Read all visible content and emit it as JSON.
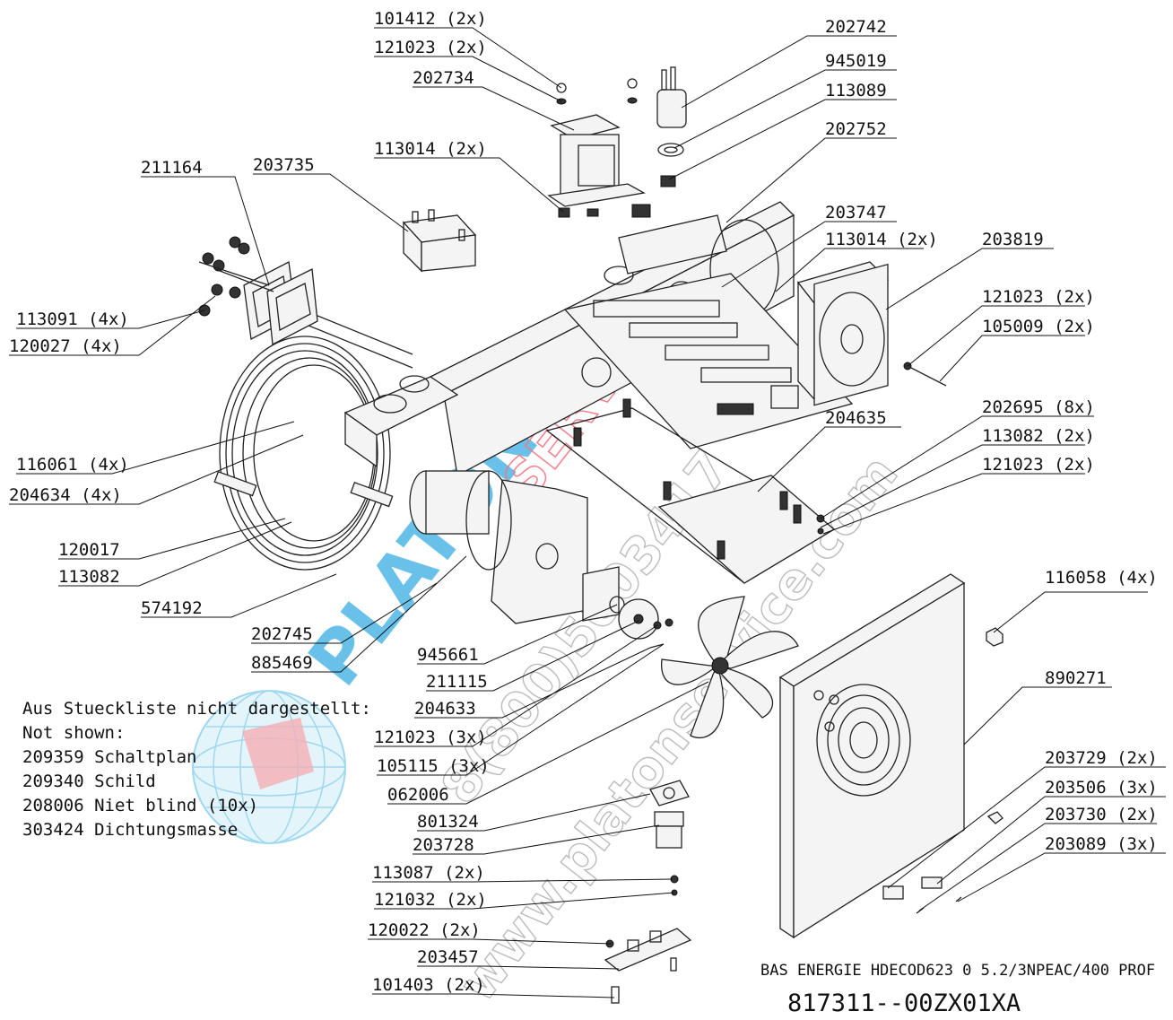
{
  "labels": {
    "l101412": "101412 (2x)",
    "l121023a": "121023 (2x)",
    "l202734": "202734",
    "l202742": "202742",
    "l945019": "945019",
    "l113089": "113089",
    "l202752": "202752",
    "l113014a": "113014 (2x)",
    "l211164": "211164",
    "l203735": "203735",
    "l203747": "203747",
    "l113014b": "113014 (2x)",
    "l203819": "203819",
    "l121023b": "121023 (2x)",
    "l105009": "105009 (2x)",
    "l113091": "113091 (4x)",
    "l120027": "120027 (4x)",
    "l204635": "204635",
    "l202695": "202695 (8x)",
    "l113082a": "113082 (2x)",
    "l121023c": "121023 (2x)",
    "l116061": "116061 (4x)",
    "l204634": "204634 (4x)",
    "l120017": "120017",
    "l113082b": "113082",
    "l574192": "574192",
    "l116058": "116058 (4x)",
    "l202745": "202745",
    "l885469": "885469",
    "l945661": "945661",
    "l211115": "211115",
    "l890271": "890271",
    "l204633": "204633",
    "l121023d": "121023 (3x)",
    "l105115": "105115 (3x)",
    "l062006": "062006",
    "l203729": "203729 (2x)",
    "l203506": "203506 (3x)",
    "l801324": "801324",
    "l203730": "203730 (2x)",
    "l203728": "203728",
    "l203089": "203089 (3x)",
    "l113087": "113087 (2x)",
    "l121032": "121032 (2x)",
    "l120022": "120022 (2x)",
    "l203457": "203457",
    "l101403": "101403 (2x)"
  },
  "notes": {
    "line1": "Aus Stueckliste nicht dargestellt:",
    "line2": "Not shown:",
    "line3": "209359 Schaltplan",
    "line4": "209340 Schild",
    "line5": "208006 Niet blind (10x)",
    "line6": "303424 Dichtungsmasse"
  },
  "footer": {
    "model": "BAS ENERGIE HDECOD623 0 5.2/3NPEAC/400 PROF",
    "docno": "817311--00ZX01XA"
  },
  "watermark": {
    "brand1": "PLATON",
    "brand2": "SERVICE",
    "phone": "8(800)5003417",
    "url": "www.platonservice.com"
  }
}
